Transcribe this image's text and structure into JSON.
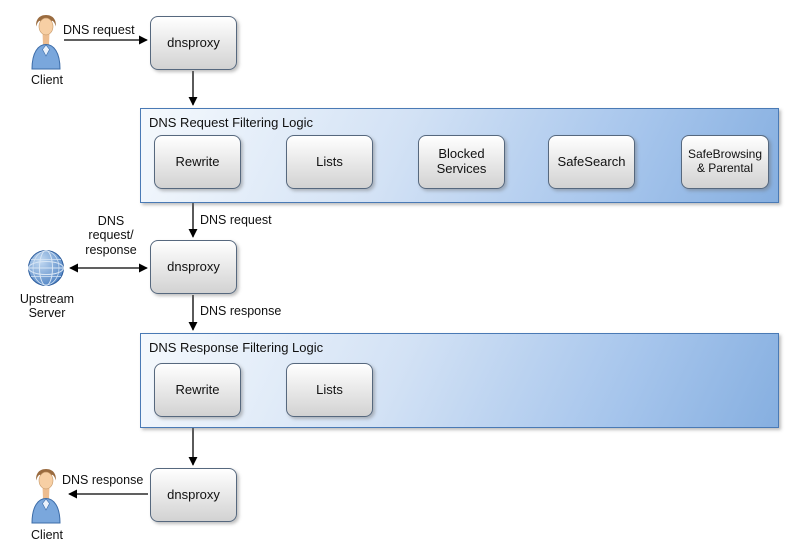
{
  "diagram": {
    "nodes": {
      "client_top": "Client",
      "dnsproxy_top": "dnsproxy",
      "dnsproxy_mid": "dnsproxy",
      "dnsproxy_bottom": "dnsproxy",
      "upstream_server": "Upstream\nServer",
      "client_bottom": "Client"
    },
    "request_filter": {
      "title": "DNS Request Filtering Logic",
      "steps": [
        "Rewrite",
        "Lists",
        "Blocked\nServices",
        "SafeSearch",
        "SafeBrowsing\n& Parental"
      ]
    },
    "response_filter": {
      "title": "DNS Response Filtering Logic",
      "steps": [
        "Rewrite",
        "Lists"
      ]
    },
    "edge_labels": {
      "request_top": "DNS request",
      "request_mid": "DNS request",
      "upstream_exchange": "DNS\nrequest/\nresponse",
      "response_mid": "DNS response",
      "response_bottom": "DNS response"
    },
    "colors": {
      "container_border": "#4a7ab5",
      "container_fill_light": "#f5f9fd",
      "container_fill_dark": "#86afe0",
      "node_border": "#56687e",
      "node_fill_top": "#ffffff",
      "node_fill_bottom": "#d2d2d2",
      "arrow": "#000000"
    }
  }
}
